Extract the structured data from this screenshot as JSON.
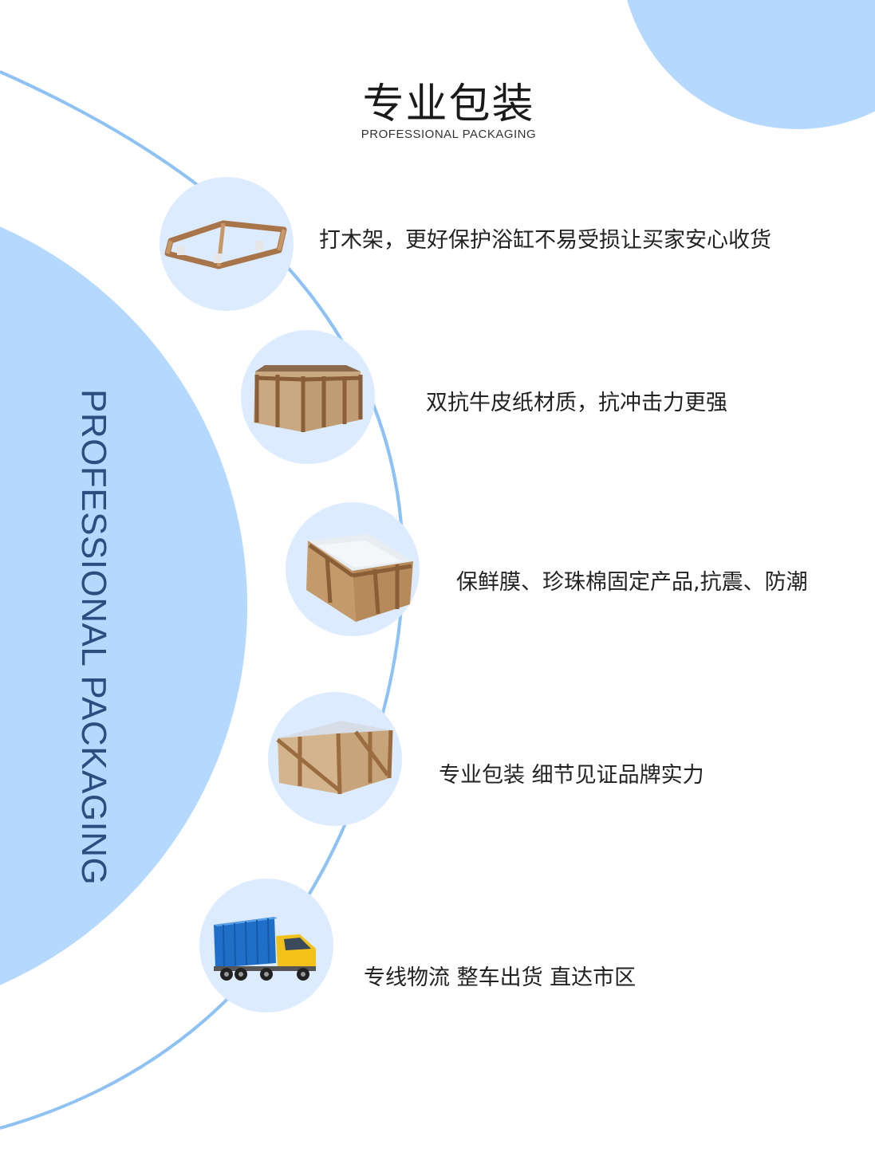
{
  "header": {
    "title": "专业包装",
    "subtitle": "PROFESSIONAL PACKAGING"
  },
  "side_label": "PROFESSIONAL PACKAGING",
  "colors": {
    "accent_blue": "#b5d8ff",
    "arc_line": "#8ec2f5",
    "circle_fill": "#dcebff",
    "side_text": "#2b4d80"
  },
  "features": [
    {
      "icon": "wooden-frame-icon",
      "text": "打木架，更好保护浴缸不易受损让买家安心收货"
    },
    {
      "icon": "kraft-box-icon",
      "text": "双抗牛皮纸材质，抗冲击力更强"
    },
    {
      "icon": "lined-box-icon",
      "text": "保鲜膜、珍珠棉固定产品,抗震、防潮"
    },
    {
      "icon": "wrapped-crate-icon",
      "text": "专业包装 细节见证品牌实力"
    },
    {
      "icon": "truck-icon",
      "text": "专线物流 整车出货 直达市区"
    }
  ]
}
